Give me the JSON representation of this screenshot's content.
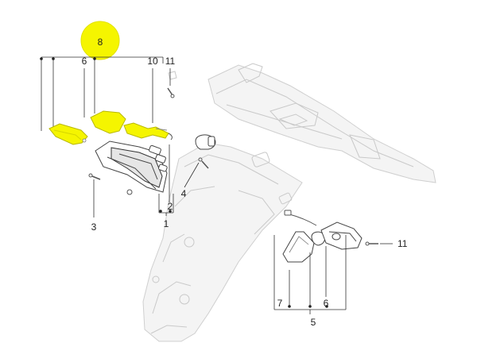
{
  "colors": {
    "highlight": "#f5f500",
    "highlight_stroke": "#b8b800",
    "line": "#333333",
    "ghost": "#c9c9c9"
  },
  "callouts": {
    "c1": "1",
    "c2": "2",
    "c3": "3",
    "c4": "4",
    "c5": "5",
    "c6a": "6",
    "c6b": "6",
    "c7": "7",
    "c8": "8",
    "c10": "10",
    "c11a": "11",
    "c11b": "11"
  }
}
